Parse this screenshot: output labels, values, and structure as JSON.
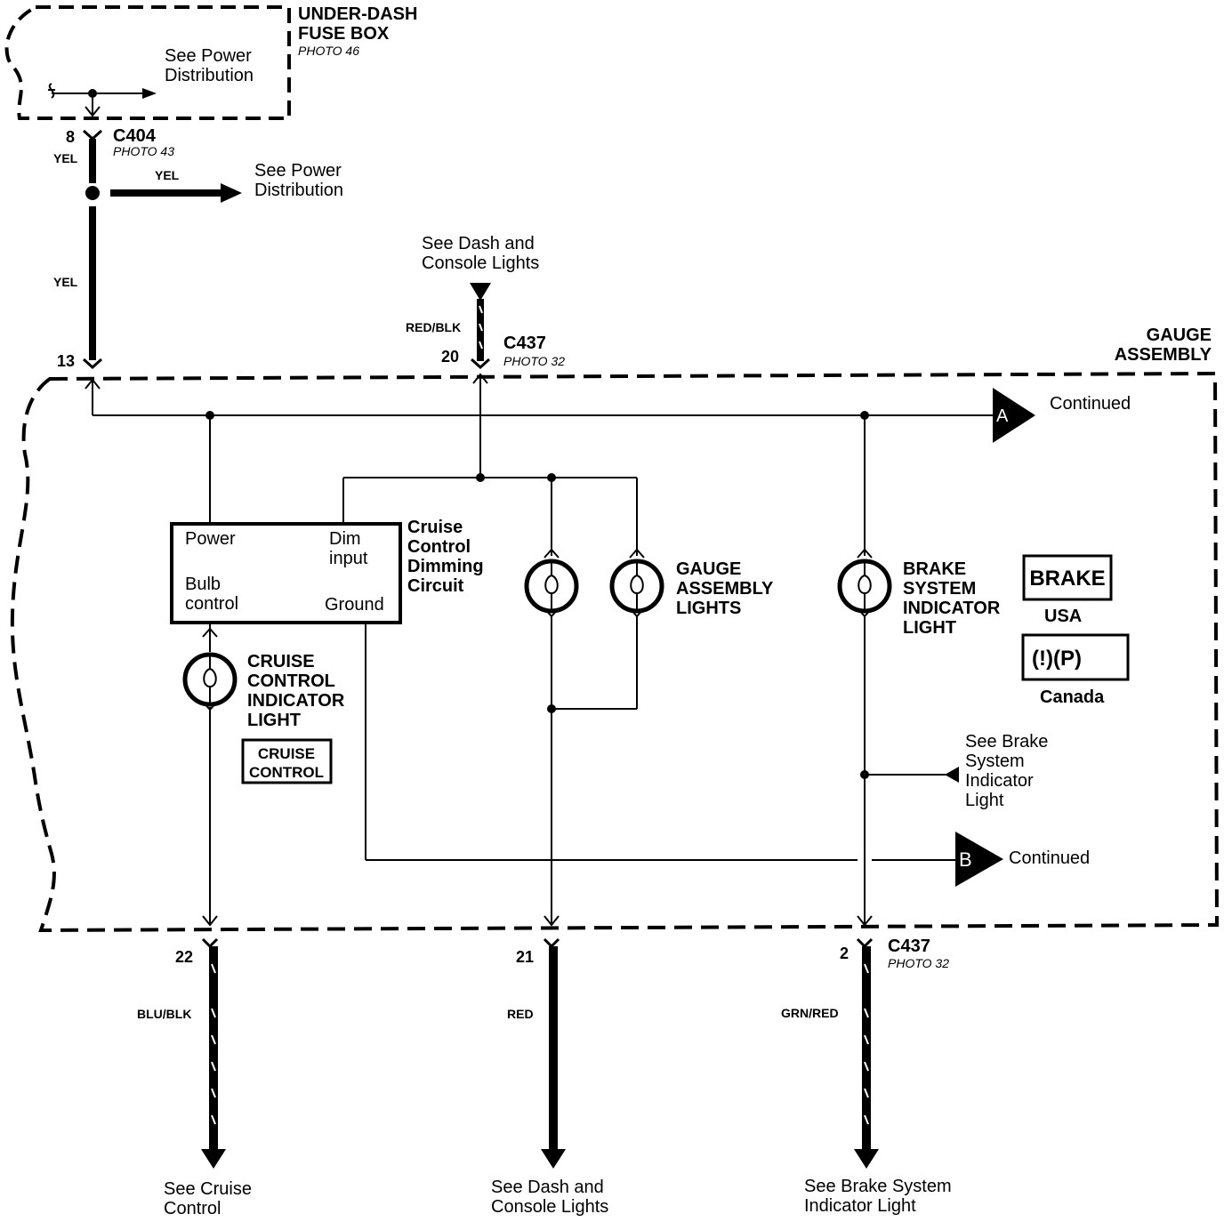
{
  "fuse_box": {
    "title": [
      "UNDER-DASH",
      "FUSE BOX"
    ],
    "photo": "PHOTO 46",
    "note": [
      "See Power",
      "Distribution"
    ]
  },
  "c404": {
    "pin": "8",
    "name": "C404",
    "photo": "PHOTO 43",
    "wire": "YEL"
  },
  "power_branch": {
    "wire": "YEL",
    "note": [
      "See Power",
      "Distribution"
    ]
  },
  "main_feed": {
    "wire": "YEL",
    "pin": "13"
  },
  "dash_lights_top": {
    "note": [
      "See Dash and",
      "Console Lights"
    ],
    "wire": "RED/BLK",
    "pin": "20",
    "connector": "C437",
    "photo": "PHOTO 32"
  },
  "gauge_assembly": {
    "title": [
      "GAUGE",
      "ASSEMBLY"
    ]
  },
  "continued_a": {
    "letter": "A",
    "label": "Continued"
  },
  "continued_b": {
    "letter": "B",
    "label": "Continued"
  },
  "dimming_module": {
    "title": [
      "Cruise",
      "Control",
      "Dimming",
      "Circuit"
    ],
    "power": "Power",
    "dim_input": [
      "Dim",
      "input"
    ],
    "bulb_control": [
      "Bulb",
      "control"
    ],
    "ground": "Ground"
  },
  "cruise_light": {
    "title": [
      "CRUISE",
      "CONTROL",
      "INDICATOR",
      "LIGHT"
    ],
    "symbol": [
      "CRUISE",
      "CONTROL"
    ]
  },
  "gauge_lights": {
    "title": [
      "GAUGE",
      "ASSEMBLY",
      "LIGHTS"
    ]
  },
  "brake_light": {
    "title": [
      "BRAKE",
      "SYSTEM",
      "INDICATOR",
      "LIGHT"
    ]
  },
  "brake_symbols": {
    "usa_symbol": "BRAKE",
    "usa": "USA",
    "canada_symbol": [
      "(!)",
      "(P)"
    ],
    "canada": "Canada"
  },
  "brake_ref": {
    "note": [
      "See Brake",
      "System",
      "Indicator",
      "Light"
    ]
  },
  "bottom_connector": {
    "name": "C437",
    "photo": "PHOTO 32"
  },
  "bottom_wires": [
    {
      "pin": "22",
      "wire": "BLU/BLK",
      "note": [
        "See Cruise",
        "Control"
      ]
    },
    {
      "pin": "21",
      "wire": "RED",
      "note": [
        "See Dash and",
        "Console Lights"
      ]
    },
    {
      "pin": "2",
      "wire": "GRN/RED",
      "note": [
        "See Brake System",
        "Indicator Light"
      ]
    }
  ]
}
